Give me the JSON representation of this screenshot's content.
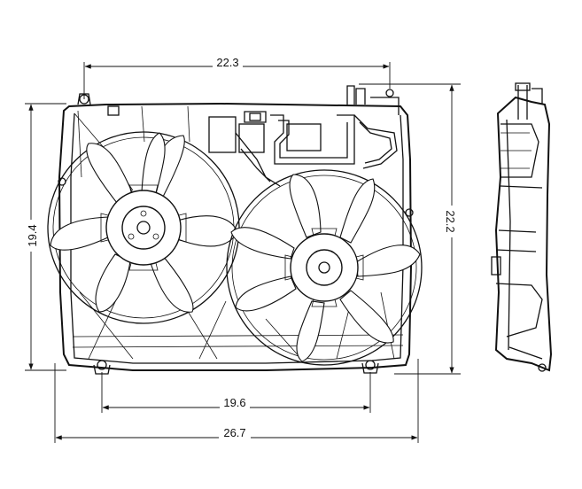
{
  "dimensions": {
    "top_width": "22.3",
    "height_left": "19.4",
    "height_right": "22.2",
    "mount_width": "19.6",
    "overall_width": "26.7"
  }
}
